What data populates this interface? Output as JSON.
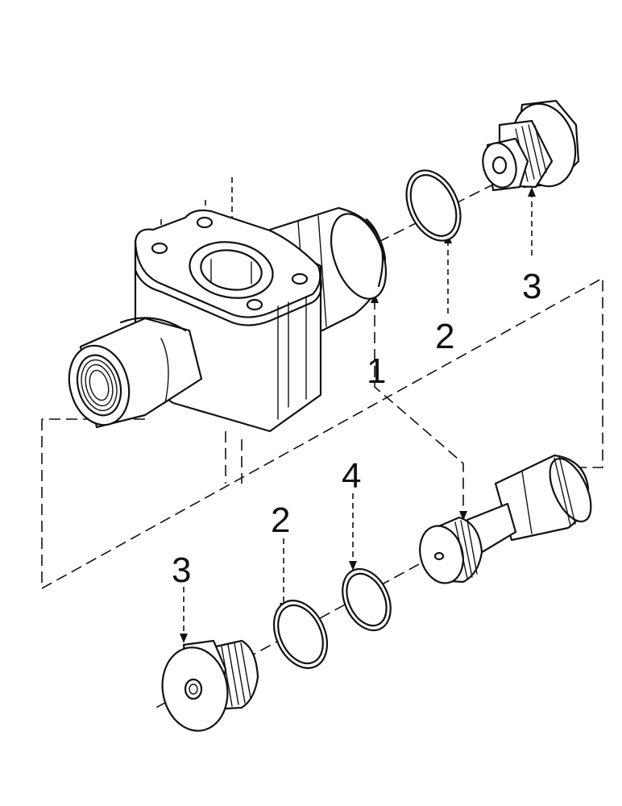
{
  "callouts": {
    "c1": "1",
    "c2_top": "2",
    "c3_top": "3",
    "c2_bottom": "2",
    "c3_bottom": "3",
    "c4": "4"
  }
}
